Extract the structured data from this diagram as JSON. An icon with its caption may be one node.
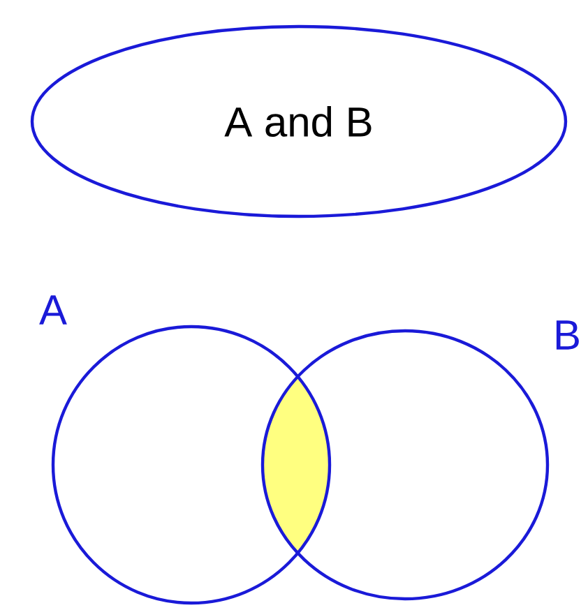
{
  "diagram": {
    "nodes": [
      {
        "text": [
          "A and B"
        ]
      },
      {
        "text": [],
        "shape": "circle"
      },
      {
        "text": [],
        "shape": "circle"
      }
    ],
    "labels": [
      "A",
      "B"
    ]
  }
}
